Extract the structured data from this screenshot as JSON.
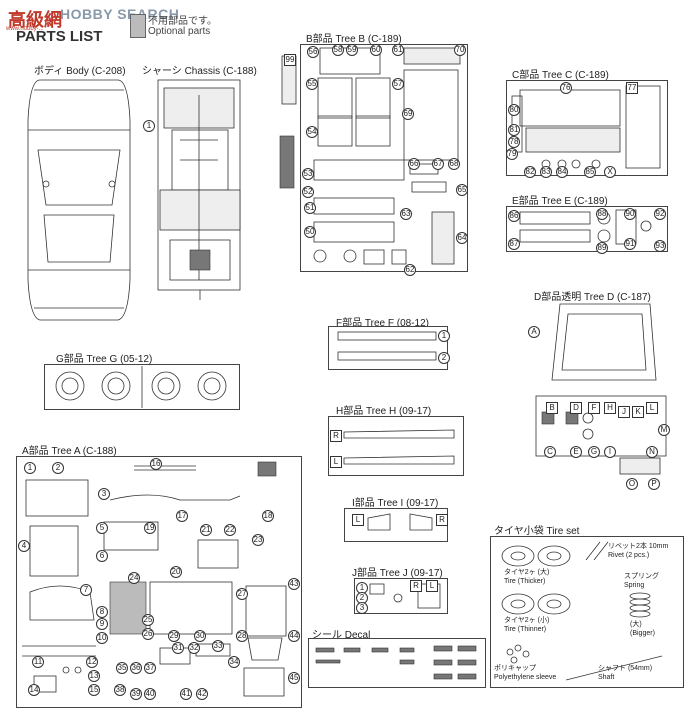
{
  "header": {
    "watermark": "HOBBY SEARCH",
    "watermark_logo_text": "高級網",
    "site_text": "www.hobby-...",
    "title": "PARTS LIST",
    "legend_ja": "不用部品です。",
    "legend_en": "Optional parts"
  },
  "body": {
    "label": "ボディ Body (C-208)"
  },
  "chassis": {
    "label": "シャーシ Chassis (C-188)",
    "part": "1"
  },
  "tree_b": {
    "label": "B部品 Tree B (C-189)",
    "parts": [
      "56",
      "58",
      "59",
      "60",
      "61",
      "70",
      "99",
      "55",
      "57",
      "69",
      "54",
      "53",
      "51",
      "52",
      "50",
      "63",
      "64",
      "65",
      "66",
      "67",
      "68",
      "62"
    ]
  },
  "tree_c": {
    "label": "C部品 Tree C (C-189)",
    "parts": [
      "76",
      "77",
      "80",
      "81",
      "78",
      "79",
      "82",
      "83",
      "84",
      "85",
      "X"
    ]
  },
  "tree_e": {
    "label": "E部品 Tree E (C-189)",
    "parts": [
      "86",
      "87",
      "88",
      "89",
      "90",
      "91",
      "92",
      "93"
    ]
  },
  "tree_d": {
    "label": "D部品透明 Tree D (C-187)",
    "parts": [
      "A",
      "B",
      "C",
      "D",
      "E",
      "F",
      "G",
      "H",
      "I",
      "J",
      "K",
      "L",
      "M",
      "N",
      "O",
      "P"
    ]
  },
  "tree_f": {
    "label": "F部品 Tree F (08-12)",
    "parts": [
      "1",
      "2"
    ]
  },
  "tree_g": {
    "label": "G部品 Tree G (05-12)"
  },
  "tree_h": {
    "label": "H部品 Tree H (09-17)",
    "parts": [
      "R",
      "L"
    ]
  },
  "tree_i": {
    "label": "I部品 Tree I (09-17)",
    "parts": [
      "L",
      "R"
    ]
  },
  "tree_j": {
    "label": "J部品 Tree J (09-17)",
    "parts": [
      "1",
      "2",
      "3",
      "R",
      "L"
    ]
  },
  "tree_a": {
    "label": "A部品 Tree A (C-188)",
    "parts": [
      "1",
      "2",
      "3",
      "4",
      "5",
      "6",
      "7",
      "8",
      "9",
      "10",
      "11",
      "12",
      "13",
      "14",
      "15",
      "16",
      "17",
      "18",
      "19",
      "20",
      "21",
      "22",
      "23",
      "24",
      "25",
      "26",
      "27",
      "28",
      "29",
      "30",
      "31",
      "32",
      "33",
      "34",
      "35",
      "36",
      "37",
      "38",
      "39",
      "40",
      "41",
      "42",
      "43",
      "44",
      "45"
    ]
  },
  "decal": {
    "label": "シール Decal"
  },
  "tire_set": {
    "label": "タイヤ小袋 Tire set",
    "thick_ja": "タイヤ2ヶ (大)",
    "thick_en": "Tire (Thicker)",
    "thin_ja": "タイヤ2ヶ (小)",
    "thin_en": "Tire (Thinner)",
    "rivet_ja": "リベット2本 10mm",
    "rivet_en": "Rivet (2 pcs.)",
    "spring_ja": "スプリング",
    "spring_en": "Spring",
    "spring_size": "(大)",
    "spring_size_en": "(Bigger)",
    "poly_ja": "ポリキャップ",
    "poly_en": "Polyethylene sleeve",
    "shaft_ja": "シャフト (54mm)",
    "shaft_en": "Shaft"
  }
}
